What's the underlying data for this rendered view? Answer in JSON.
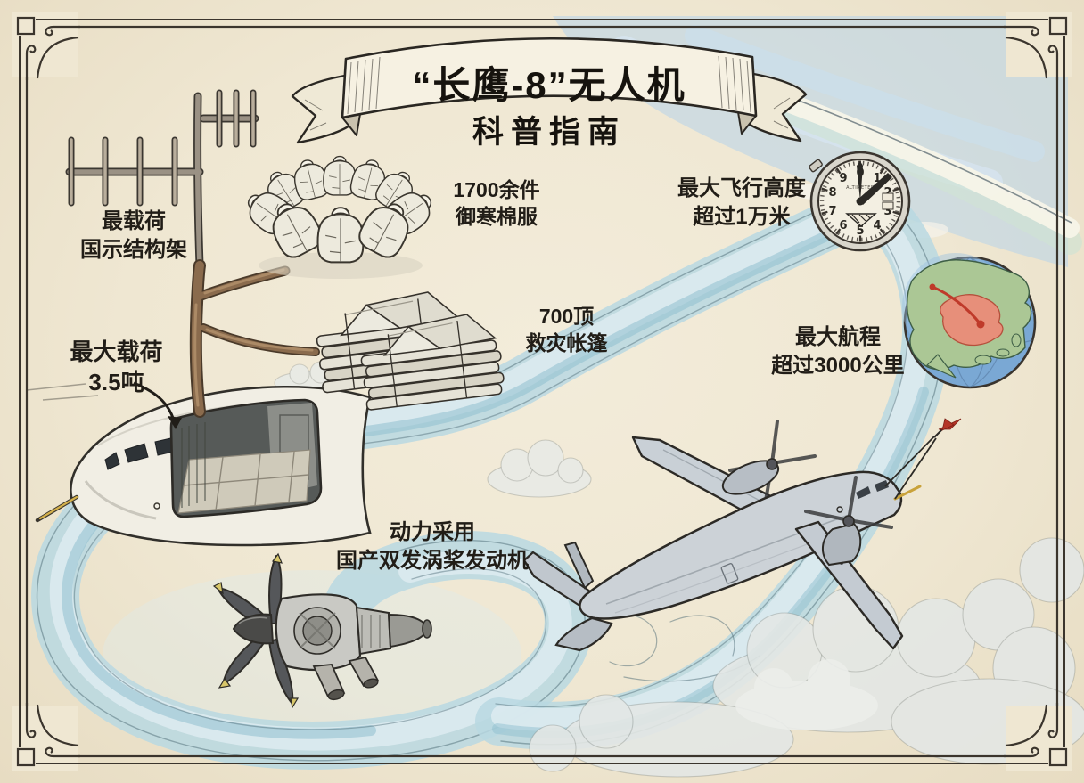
{
  "title": {
    "line1": "“长鹰-8”无人机",
    "line2": "科普指南"
  },
  "labels": {
    "antenna": {
      "line1": "最载荷",
      "line2": "国示结构架"
    },
    "coats": {
      "line1": "1700余件",
      "line2": "御寒棉服"
    },
    "tents": {
      "line1": "700顶",
      "line2": "救灾帐篷"
    },
    "payload": {
      "line1": "最大载荷",
      "line2": "3.5吨"
    },
    "engine": {
      "line1": "动力采用",
      "line2": "国产双发涡桨发动机"
    },
    "altitude": {
      "line1": "最大飞行高度",
      "line2": "超过1万米"
    },
    "range": {
      "line1": "最大航程",
      "line2": "超过3000公里"
    }
  },
  "altimeter": {
    "brand": "ALTIMETER",
    "digits": [
      "0",
      "1",
      "2",
      "3",
      "4",
      "5",
      "6",
      "7",
      "8",
      "9"
    ]
  },
  "colors": {
    "paper": "#efe7d2",
    "ink": "#211d17",
    "stream_blue": "#b9d8e2",
    "sky_blue": "#bdd5e6",
    "branch_brown": "#8a6b4d",
    "ribbon_cream": "#f6f1e2",
    "aircraft_gray": "#ccd2d7",
    "ocean_blue": "#7aa8d4",
    "land_green": "#abc795",
    "china_red": "#e78f7a",
    "route_red": "#bf3a2a"
  }
}
